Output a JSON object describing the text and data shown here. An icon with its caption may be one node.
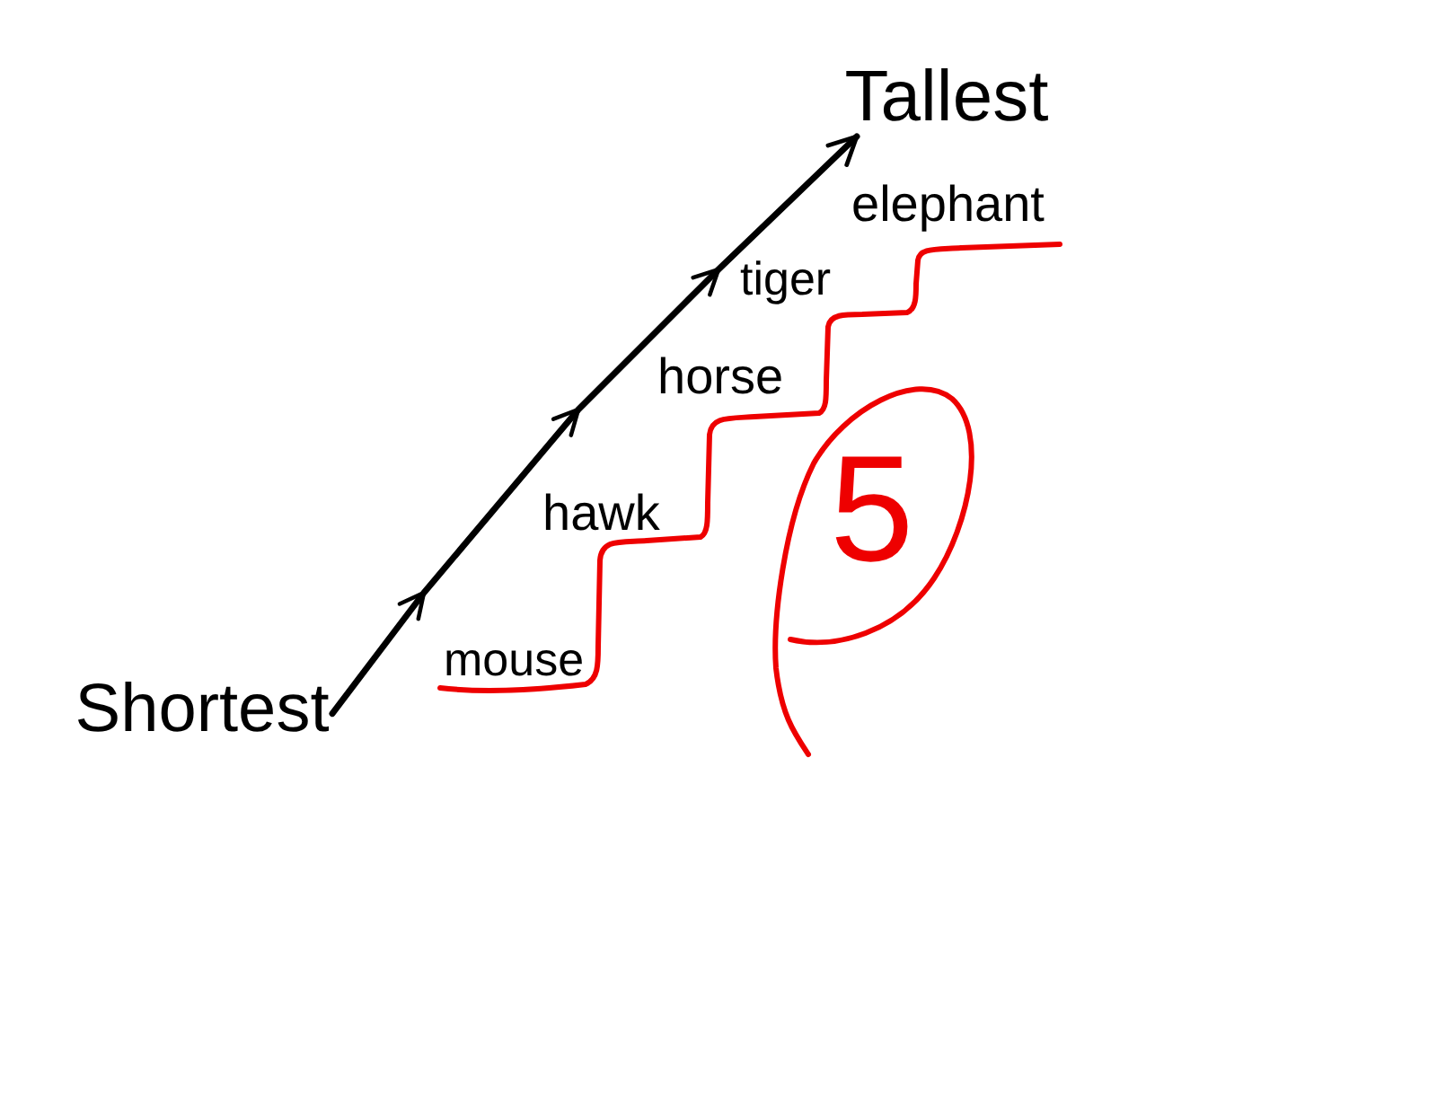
{
  "diagram": {
    "nodes": [
      {
        "text": [
          "Shortest"
        ]
      },
      {
        "text": [
          "Tallest"
        ]
      }
    ],
    "edges": [
      {
        "from": 0,
        "to": 1,
        "arrow": "to"
      }
    ],
    "labels": [
      "elephant",
      "tiger",
      "horse",
      "hawk",
      "mouse",
      "5"
    ]
  }
}
